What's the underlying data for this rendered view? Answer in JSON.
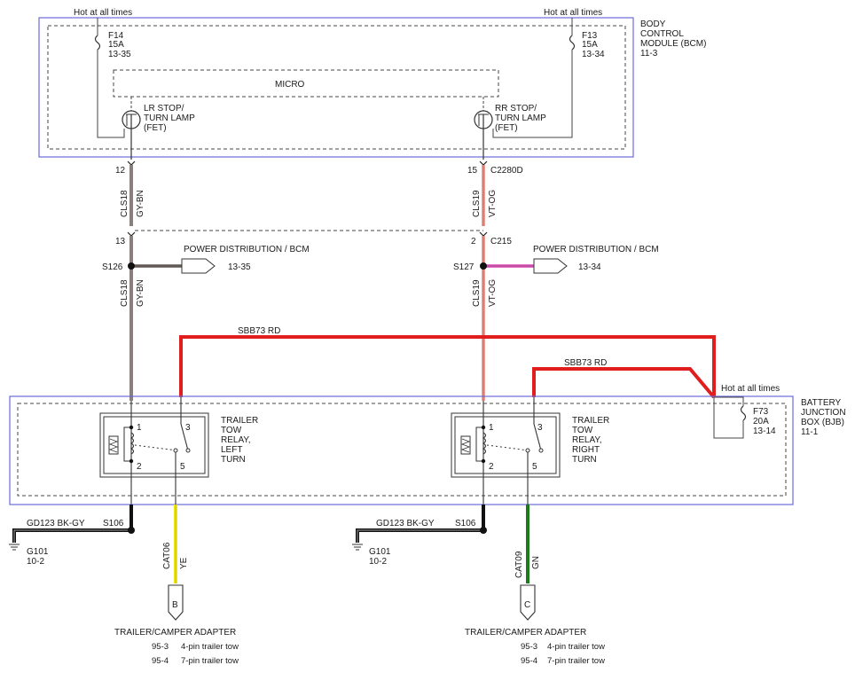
{
  "colors": {
    "module_border": "#6a6ad8",
    "wire_gy_bn": "#8a7f7a",
    "wire_vt_og": "#e8a39a",
    "wire_vt_og_core": "#d25a4f",
    "wire_rd": "#e01e1e",
    "wire_ye": "#f4ea10",
    "wire_gn": "#1d7a1d",
    "wire_bk": "#111111",
    "wire_pk": "#e56fc8"
  },
  "bcm": {
    "hot_left": "Hot at all times",
    "hot_right": "Hot at all times",
    "f14": {
      "id": "F14",
      "rating": "15A",
      "ref": "13-35"
    },
    "f13": {
      "id": "F13",
      "rating": "15A",
      "ref": "13-34"
    },
    "label": [
      "BODY",
      "CONTROL",
      "MODULE (BCM)",
      "11-3"
    ],
    "micro": "MICRO",
    "lr_fet": [
      "LR STOP/",
      "TURN LAMP",
      "(FET)"
    ],
    "rr_fet": [
      "RR STOP/",
      "TURN LAMP",
      "(FET)"
    ]
  },
  "connectors": {
    "pin_12": "12",
    "pin_15": "15",
    "c2280d": "C2280D",
    "pin_13": "13",
    "pin_2": "2",
    "c215": "C215"
  },
  "wires": {
    "left_circuit": "CLS18",
    "left_color": "GY-BN",
    "right_circuit": "CLS19",
    "right_color": "VT-OG",
    "sbb73_top": "SBB73  RD",
    "sbb73_bottom": "SBB73  RD",
    "left_ground": "GD123  BK-GY",
    "right_ground": "GD123  BK-GY",
    "left_out_circuit": "CAT06",
    "left_out_color": "YE",
    "right_out_circuit": "CAT09",
    "right_out_color": "GN"
  },
  "splices": {
    "s126": "S126",
    "s127": "S127",
    "s106_left": "S106",
    "s106_right": "S106"
  },
  "power_dist": {
    "left_label": "POWER DISTRIBUTION / BCM",
    "left_ref": "13-35",
    "right_label": "POWER DISTRIBUTION / BCM",
    "right_ref": "13-34"
  },
  "bjb": {
    "hot": "Hot at all times",
    "f73": {
      "id": "F73",
      "rating": "20A",
      "ref": "13-14"
    },
    "label": [
      "BATTERY",
      "JUNCTION",
      "BOX (BJB)",
      "11-1"
    ]
  },
  "relays": {
    "left": {
      "label": [
        "TRAILER",
        "TOW",
        "RELAY,",
        "LEFT",
        "TURN"
      ],
      "p1": "1",
      "p2": "2",
      "p3": "3",
      "p5": "5"
    },
    "right": {
      "label": [
        "TRAILER",
        "TOW",
        "RELAY,",
        "RIGHT",
        "TURN"
      ],
      "p1": "1",
      "p2": "2",
      "p3": "3",
      "p5": "5"
    }
  },
  "grounds": {
    "left": {
      "id": "G101",
      "ref": "10-2"
    },
    "right": {
      "id": "G101",
      "ref": "10-2"
    }
  },
  "adapters": {
    "left": {
      "pin": "B",
      "title": "TRAILER/CAMPER ADAPTER",
      "line1_ref": "95-3",
      "line1_text": "4-pin trailer tow",
      "line2_ref": "95-4",
      "line2_text": "7-pin trailer tow"
    },
    "right": {
      "pin": "C",
      "title": "TRAILER/CAMPER ADAPTER",
      "line1_ref": "95-3",
      "line1_text": "4-pin trailer tow",
      "line2_ref": "95-4",
      "line2_text": "7-pin trailer tow"
    }
  }
}
